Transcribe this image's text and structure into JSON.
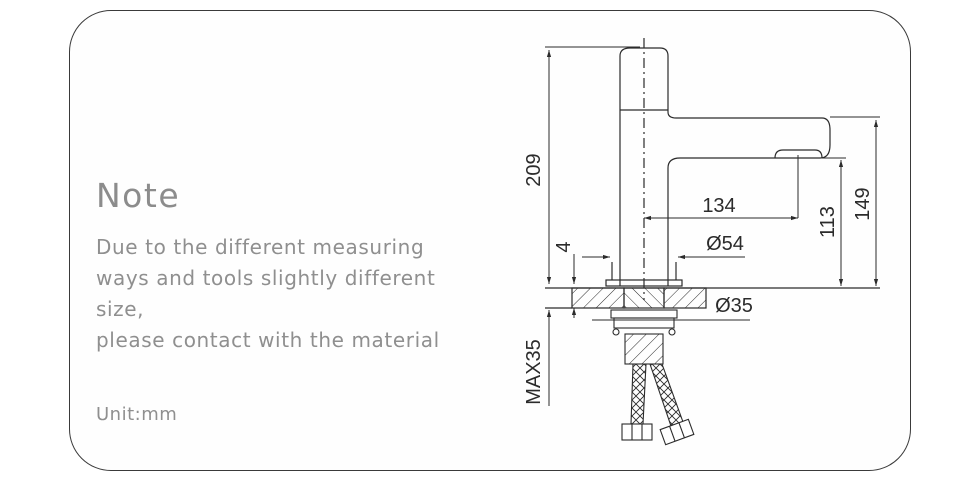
{
  "note": {
    "title": "Note",
    "lines": [
      "Due to the  different  measuring",
      "ways and tools slightly different",
      "size,",
      "please contact with the material"
    ],
    "unit": "Unit:mm"
  },
  "drawing": {
    "subject": "faucet",
    "dimensions": {
      "total_height": "209",
      "spout_reach": "134",
      "base_diameter": "Ø54",
      "base_thickness": "4",
      "shank_diameter": "Ø35",
      "spout_height": "113",
      "spout_top_height": "149",
      "max_deck_thickness": "MAX35"
    },
    "line_color": "#2b2b2b"
  }
}
